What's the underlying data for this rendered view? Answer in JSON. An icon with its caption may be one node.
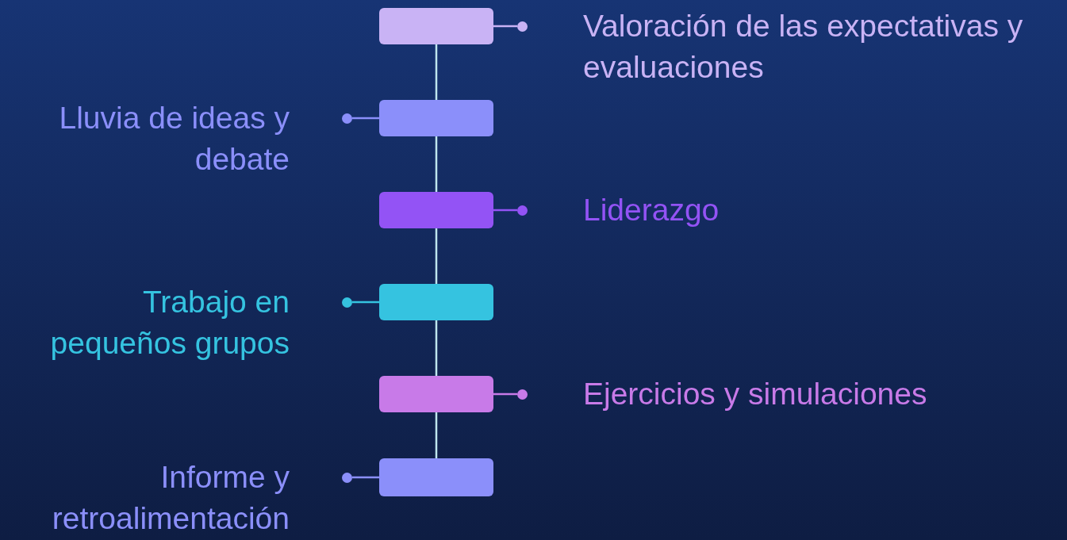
{
  "diagram": {
    "nodes": [
      {
        "text": [],
        "shape": "box"
      },
      {
        "text": [
          "Valoración de las expectativas y evaluaciones"
        ]
      },
      {
        "text": [],
        "shape": "box"
      },
      {
        "text": [
          "Lluvia de ideas y debate"
        ]
      },
      {
        "text": [],
        "shape": "box"
      },
      {
        "text": [
          "Liderazgo"
        ]
      },
      {
        "text": [],
        "shape": "box"
      },
      {
        "text": [
          "Trabajo en pequeños grupos"
        ]
      },
      {
        "text": [],
        "shape": "box"
      },
      {
        "text": [
          "Ejercicios y simulaciones"
        ]
      },
      {
        "text": [],
        "shape": "box"
      },
      {
        "text": [
          "Informe y retroalimentación"
        ]
      }
    ],
    "edges": [
      {
        "from": 0,
        "to": 2,
        "arrow": "none"
      },
      {
        "from": 2,
        "to": 4,
        "arrow": "none"
      },
      {
        "from": 4,
        "to": 6,
        "arrow": "none"
      },
      {
        "from": 6,
        "to": 8,
        "arrow": "none"
      },
      {
        "from": 8,
        "to": 10,
        "arrow": "none"
      },
      {
        "from": 0,
        "to": 1,
        "arrow": "none",
        "color": "#c9b3f5"
      },
      {
        "from": 2,
        "to": 3,
        "arrow": "none",
        "color": "#8b8ffa"
      },
      {
        "from": 4,
        "to": 5,
        "arrow": "none",
        "color": "#9353f5"
      },
      {
        "from": 6,
        "to": 7,
        "arrow": "none",
        "color": "#35c3e0"
      },
      {
        "from": 8,
        "to": 9,
        "arrow": "none",
        "color": "#c87ae8"
      },
      {
        "from": 10,
        "to": 11,
        "arrow": "none",
        "color": "#8b8ffa"
      }
    ]
  }
}
